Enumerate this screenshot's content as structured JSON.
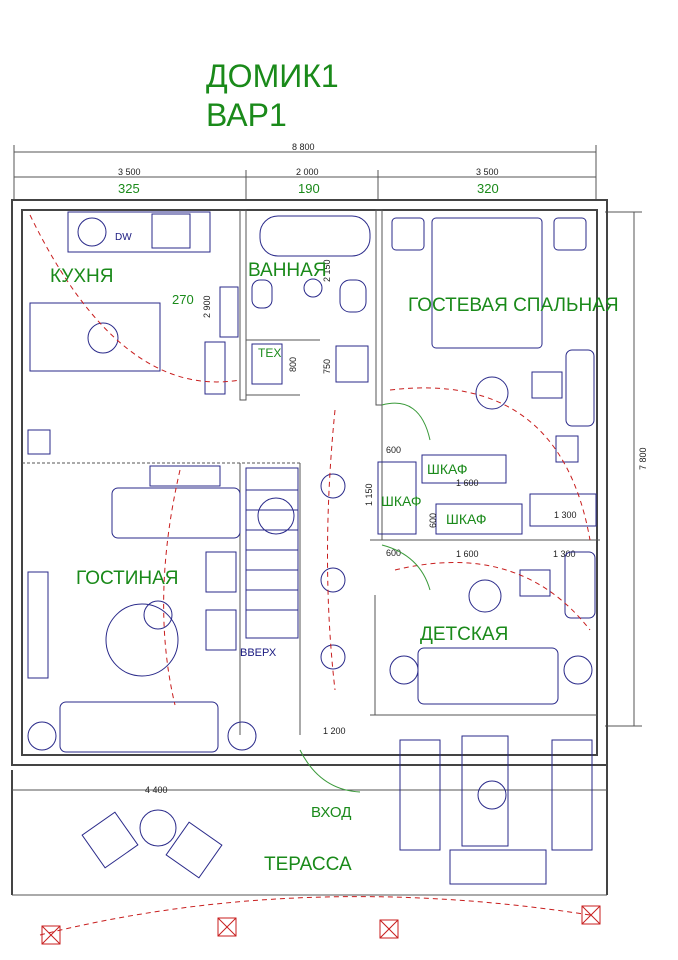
{
  "title": {
    "line1": "ДОМИК1",
    "line2": "ВАР1"
  },
  "dimensions": {
    "total_width": "8 800",
    "total_height": "7 800",
    "left_width": "3 500",
    "mid_width": "2 000",
    "right_width": "3 500",
    "kitchen_height": "2 900",
    "bath_height": "2 150",
    "tech_height": "800",
    "tech_width": "750",
    "wardrobe1_w": "600",
    "wardrobe1_len": "1 600",
    "wardrobe2_h": "1 150",
    "wardrobe3_h": "600",
    "wardrobe3_len": "1 600",
    "right_w1": "1 300",
    "right_w2": "1 300",
    "wardrobe_bottom_w": "600",
    "living_width": "4 400",
    "entrance_width": "1 200"
  },
  "green_values": {
    "kitchen": "325",
    "bath": "190",
    "guest": "320",
    "kitchen_h": "270"
  },
  "rooms": {
    "kitchen": "КУХНЯ",
    "bathroom": "ВАННАЯ",
    "tech": "ТЕХ",
    "guest_bedroom": "ГОСТЕВАЯ СПАЛЬНАЯ",
    "wardrobe1": "ШКАФ",
    "wardrobe2": "ШКАФ",
    "wardrobe3": "ШКАФ",
    "living": "ГОСТИНАЯ",
    "children": "ДЕТСКАЯ",
    "up": "ВВЕРХ",
    "entrance": "ВХОД",
    "terrace": "ТЕРАССА",
    "dw": "DW"
  },
  "colors": {
    "label_green": "#1a8a1a",
    "wiring_red": "#c81e1e",
    "furniture_blue": "#2a2a8a"
  }
}
